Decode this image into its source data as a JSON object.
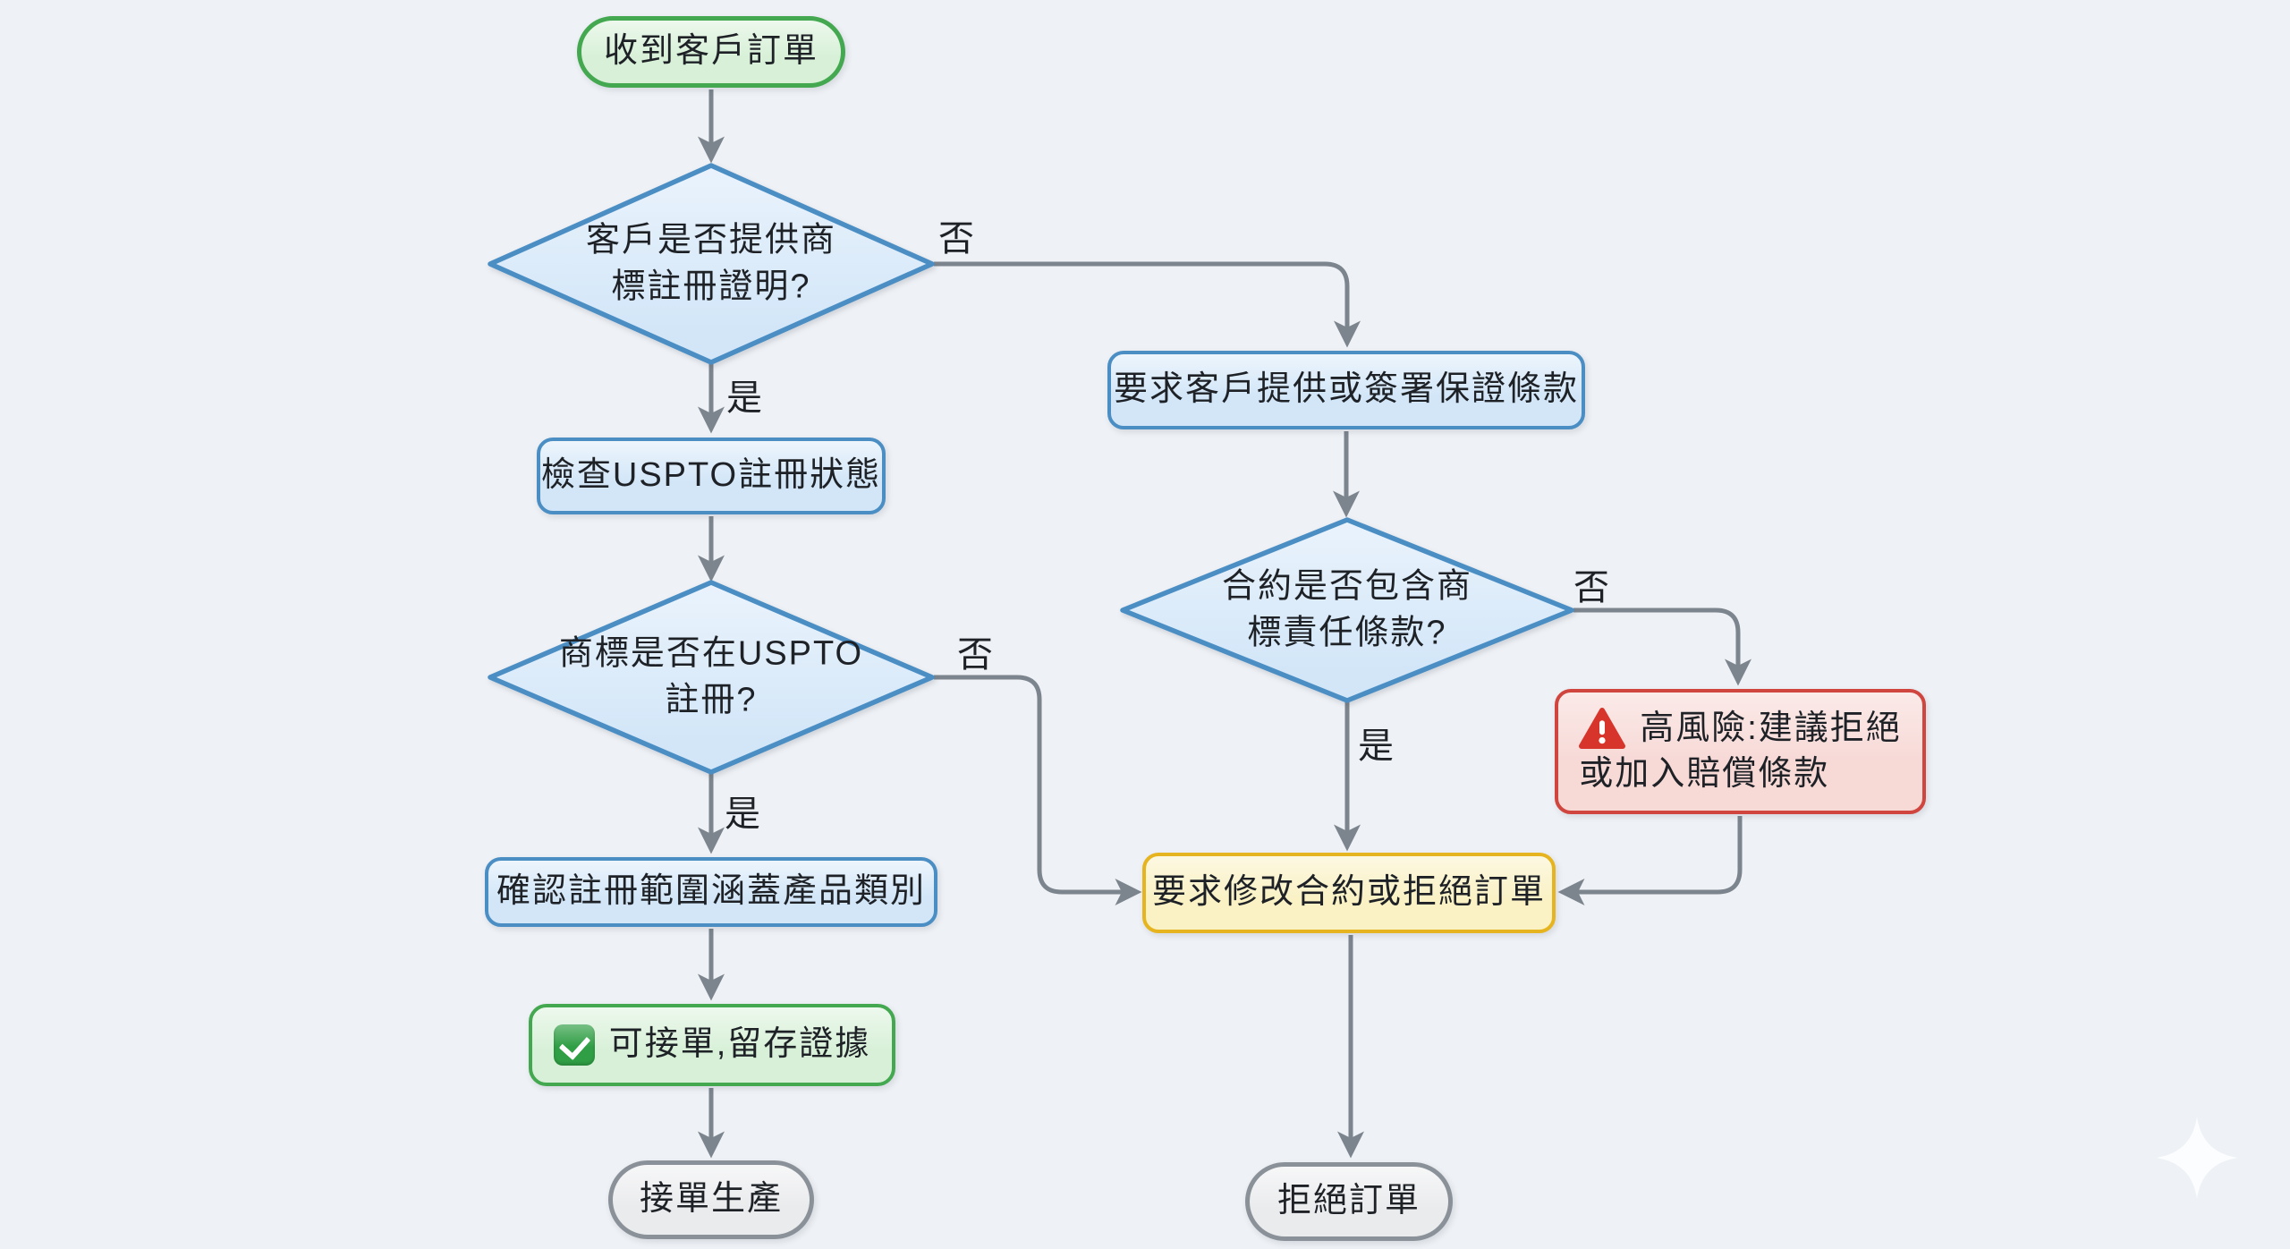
{
  "theme": {
    "bg": "#eef1f5",
    "text": "#1e2227",
    "arrow": "#7c848d",
    "blue-border": "#4b8ec4",
    "blue-fill": "#d2e6f8",
    "blue-fill-light": "#eaf3fc",
    "green-border": "#43a84f",
    "green-fill": "#d7f0d7",
    "yellow-border": "#e6b41e",
    "yellow-fill": "#faf1c4",
    "red-border": "#d0453e",
    "red-fill": "#f7d9d6",
    "gray-border": "#8b9198",
    "gray-fill": "#eaebed",
    "icon-green": "#2f9e44",
    "icon-red": "#d7352b"
  },
  "nodes": {
    "start": {
      "label": "收到客戶訂單",
      "shape": "pill",
      "color": "green"
    },
    "decision_proof": {
      "line1": "客戶是否提供商",
      "line2": "標註冊證明?",
      "shape": "diamond",
      "color": "blue"
    },
    "check_uspto": {
      "label": "檢查USPTO註冊狀態",
      "shape": "rect",
      "color": "blue"
    },
    "decision_uspto": {
      "line1": "商標是否在USPTO",
      "line2": "註冊?",
      "shape": "diamond",
      "color": "blue"
    },
    "confirm_scope": {
      "label": "確認註冊範圍涵蓋產品類別",
      "shape": "rect",
      "color": "blue"
    },
    "accept_order": {
      "label": "可接單,留存證據",
      "icon": "check-icon",
      "shape": "rect",
      "color": "green"
    },
    "produce": {
      "label": "接單生產",
      "shape": "pill",
      "color": "gray"
    },
    "guarantee": {
      "label": "要求客戶提供或簽署保證條款",
      "shape": "rect",
      "color": "blue"
    },
    "decision_liability": {
      "line1": "合約是否包含商",
      "line2": "標責任條款?",
      "shape": "diamond",
      "color": "blue"
    },
    "high_risk": {
      "line1": "高風險:建議拒絕",
      "line2": "或加入賠償條款",
      "icon": "warning-icon",
      "shape": "rect",
      "color": "red"
    },
    "modify_or_reject": {
      "label": "要求修改合約或拒絕訂單",
      "shape": "rect",
      "color": "yellow"
    },
    "reject": {
      "label": "拒絕訂單",
      "shape": "pill",
      "color": "gray"
    }
  },
  "edge_labels": {
    "yes": "是",
    "no": "否"
  }
}
